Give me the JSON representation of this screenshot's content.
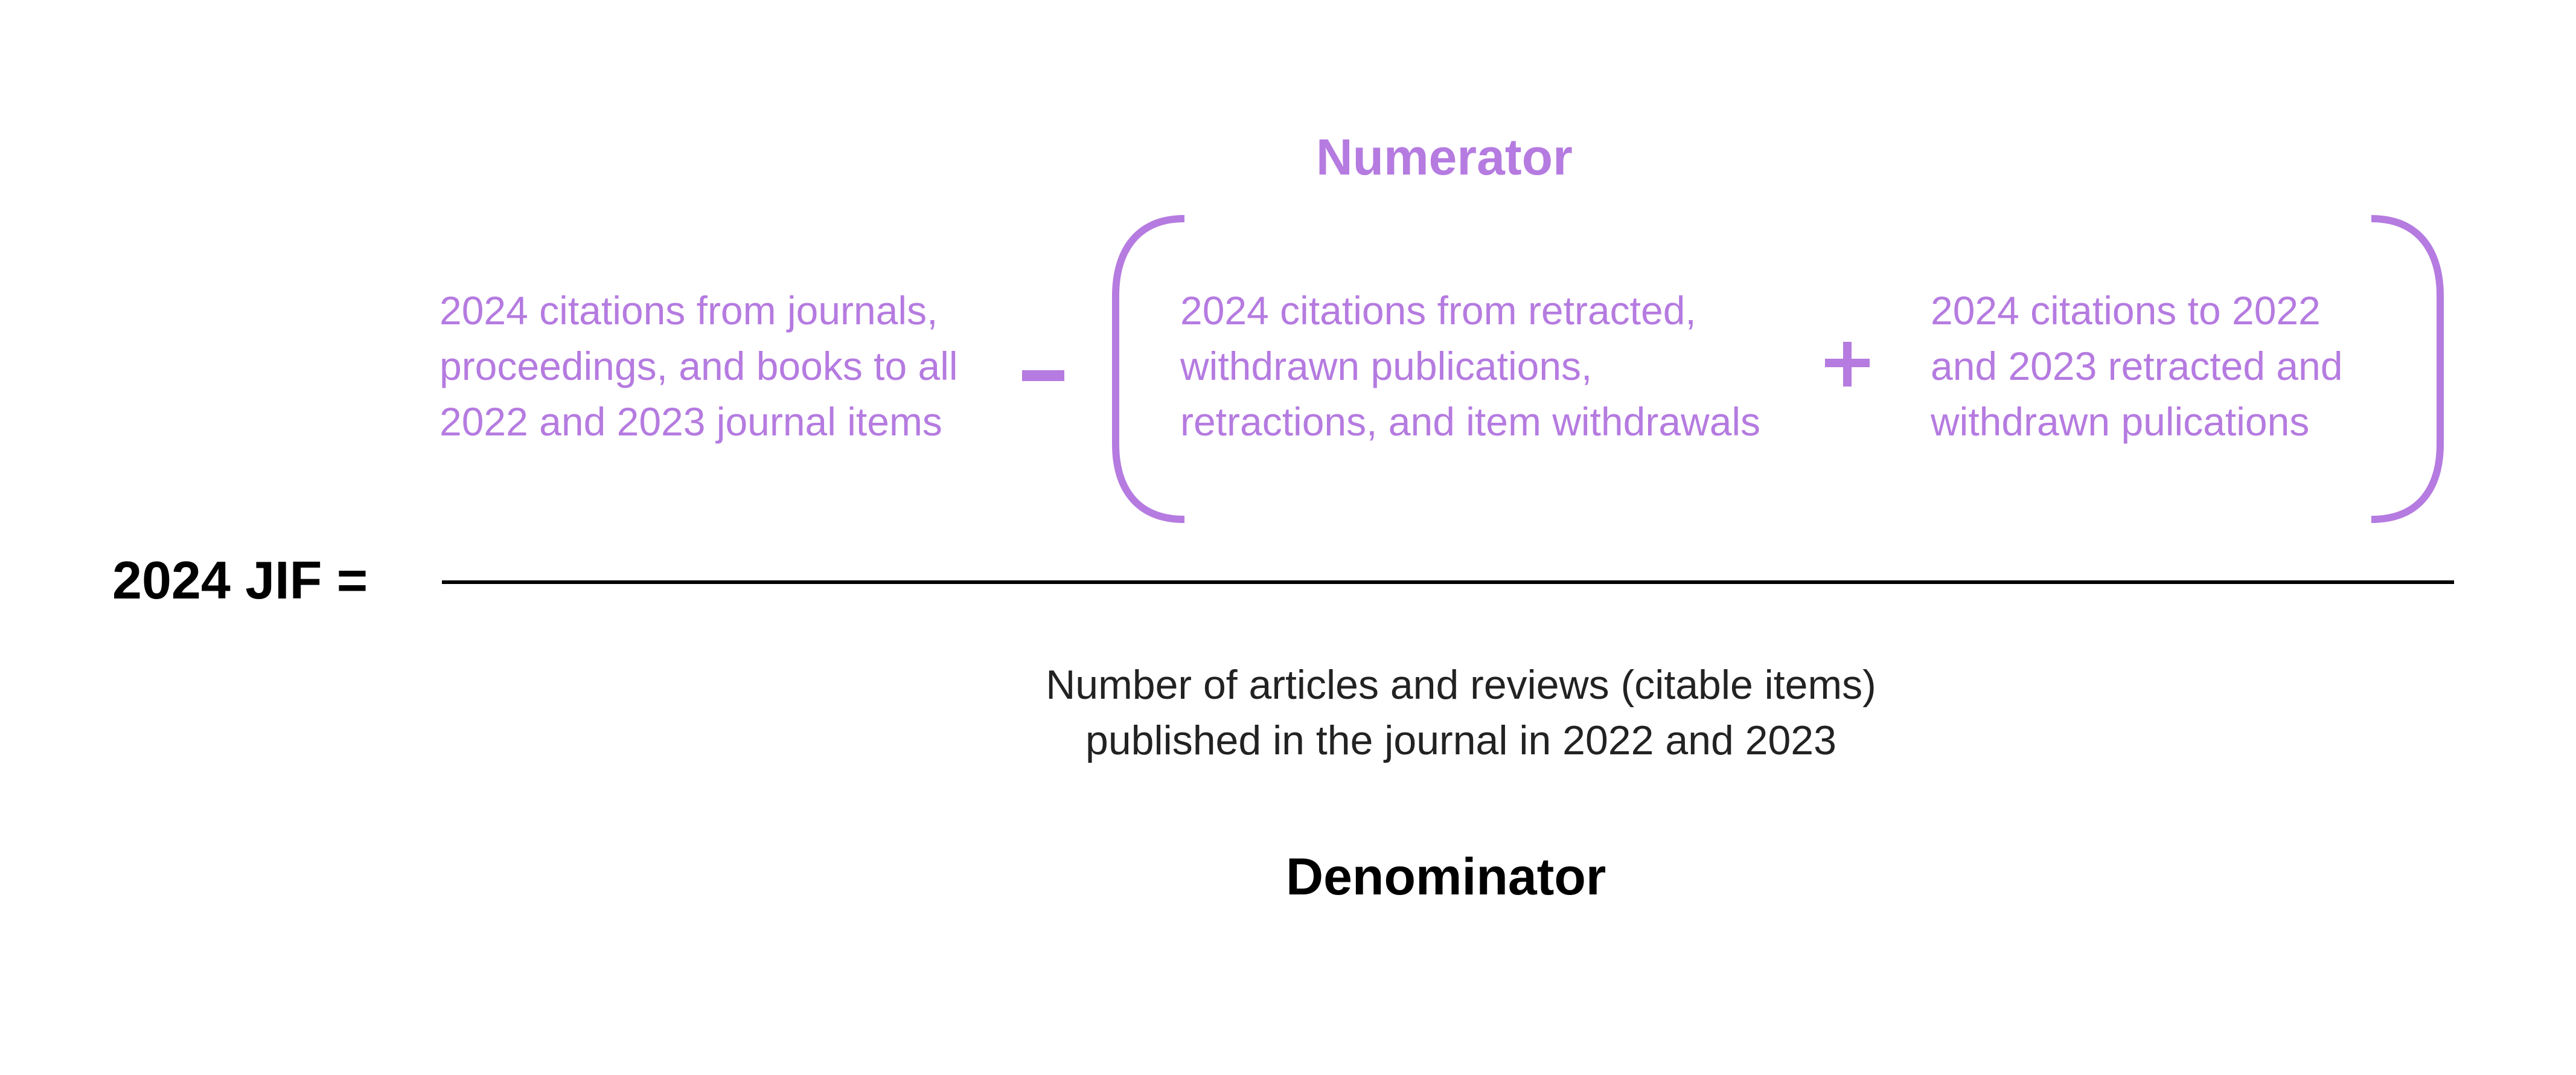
{
  "numerator": {
    "title": "Numerator",
    "term_1": {
      "lines": [
        "2024 citations from journals,",
        "proceedings, and books to all",
        "2022 and 2023 journal items"
      ]
    },
    "operator_minus": "−",
    "term_2": {
      "lines": [
        "2024 citations from retracted,",
        "withdrawn publications,",
        "retractions, and item withdrawals"
      ]
    },
    "operator_plus": "+",
    "term_3": {
      "lines": [
        "2024 citations to 2022",
        "and 2023 retracted and",
        "withdrawn pulications"
      ]
    }
  },
  "equation": {
    "label": "2024 JIF ="
  },
  "denominator": {
    "lines": [
      "Number of articles and reviews (citable items)",
      "published in the journal in 2022 and 2023"
    ],
    "title": "Denominator"
  },
  "colors": {
    "accent": "#b57be0",
    "text_dark": "#000000",
    "text_body": "#222222"
  }
}
